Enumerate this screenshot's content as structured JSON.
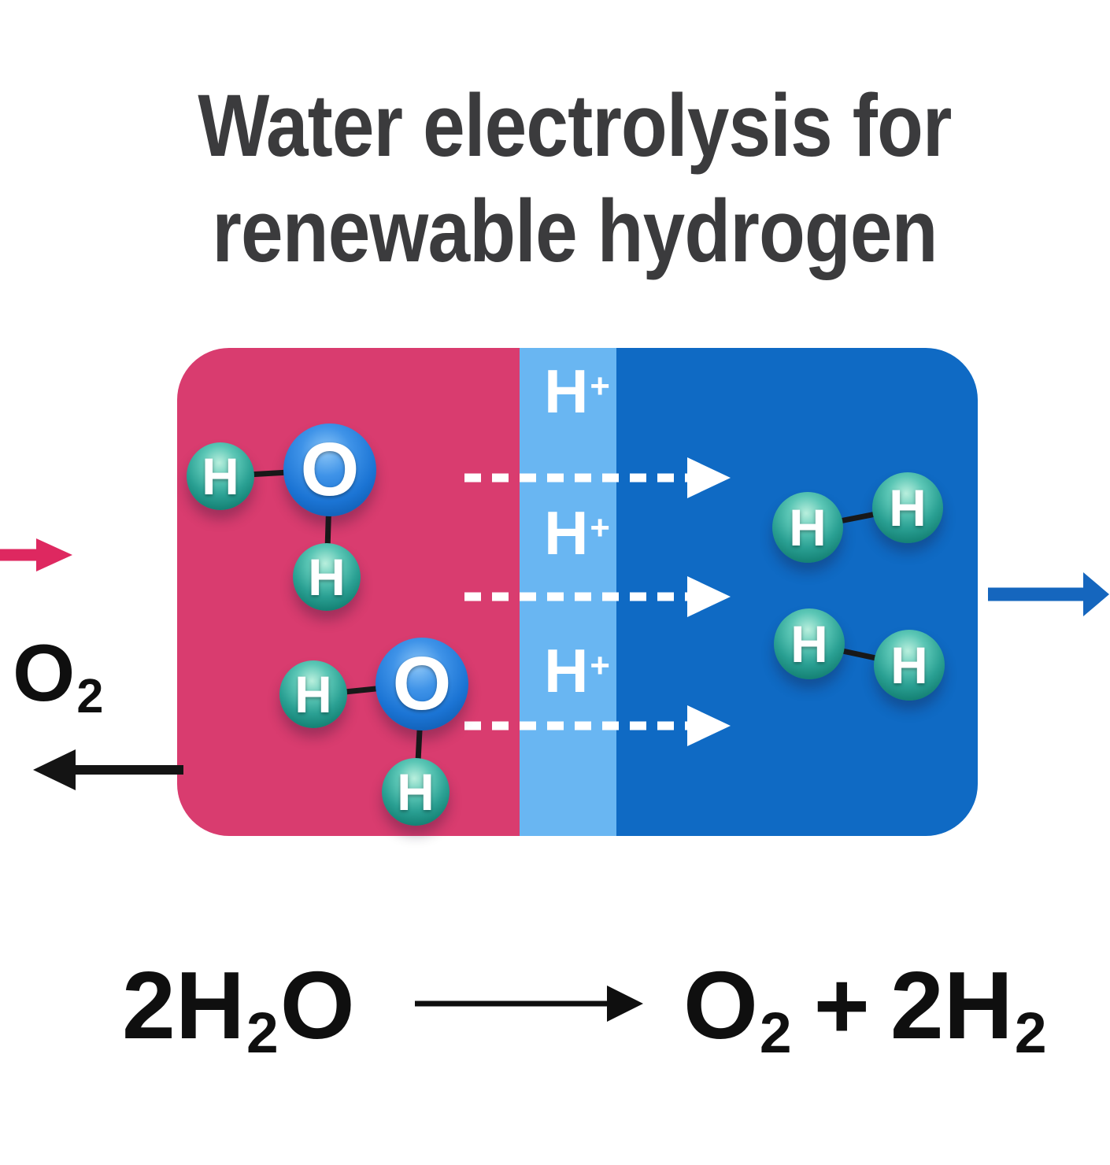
{
  "title": {
    "line1": "Water electrolysis for",
    "line2": "renewable hydrogen"
  },
  "cell": {
    "proton": {
      "symbol": "H",
      "charge": "+"
    },
    "proton_count": 3,
    "proton_migration_arrow_count": 3
  },
  "atoms": {
    "hydrogen": "H",
    "oxygen": "O"
  },
  "molecules": {
    "water_count": 2,
    "hydrogen_gas_count": 2
  },
  "labels": {
    "oxygen_gas": {
      "symbol": "O",
      "subscript": "2"
    }
  },
  "equation": {
    "reactant_coeff": "2H",
    "reactant_sub": "2",
    "reactant_tail": "O",
    "arrow_glyph": "→",
    "product_o": "O",
    "product_o_sub": "2",
    "plus": "+",
    "product_h": "2H",
    "product_h_sub": "2"
  },
  "colors": {
    "anode_region": "#d93c6f",
    "membrane_region": "#69b6f2",
    "cathode_region": "#0f6ac4",
    "water_inlet_arrow": "#de2860",
    "oxygen_outlet_arrow": "#141414",
    "hydrogen_outlet_arrow": "#1566be",
    "proton_arrow": "#ffffff",
    "title_text": "#3b3b3d",
    "hydrogen_atom": "#2aa093",
    "oxygen_atom": "#1b74d4"
  }
}
